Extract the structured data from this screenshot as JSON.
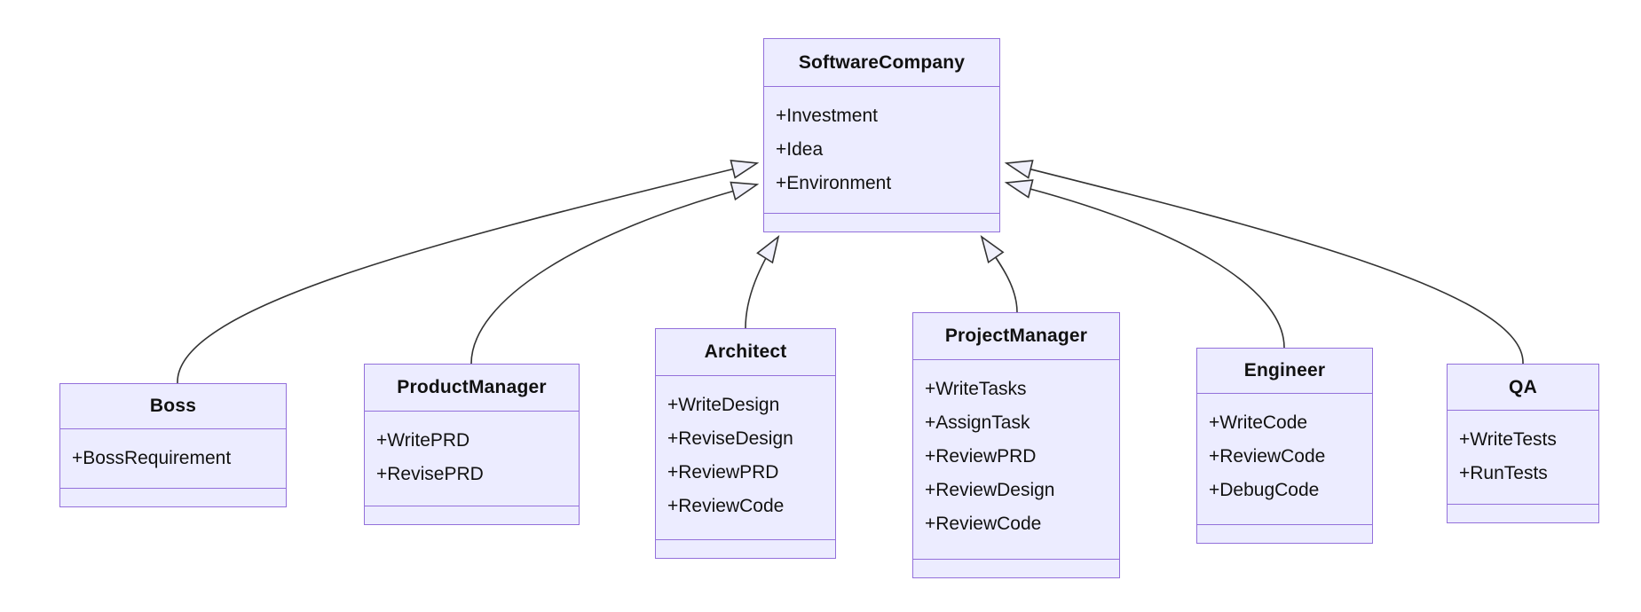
{
  "diagram": {
    "type": "uml-class-diagram",
    "parent": {
      "name": "SoftwareCompany",
      "attributes": [
        "+Investment",
        "+Idea",
        "+Environment"
      ]
    },
    "children": [
      {
        "name": "Boss",
        "attributes": [
          "+BossRequirement"
        ]
      },
      {
        "name": "ProductManager",
        "attributes": [
          "+WritePRD",
          "+RevisePRD"
        ]
      },
      {
        "name": "Architect",
        "attributes": [
          "+WriteDesign",
          "+ReviseDesign",
          "+ReviewPRD",
          "+ReviewCode"
        ]
      },
      {
        "name": "ProjectManager",
        "attributes": [
          "+WriteTasks",
          "+AssignTask",
          "+ReviewPRD",
          "+ReviewDesign",
          "+ReviewCode"
        ]
      },
      {
        "name": "Engineer",
        "attributes": [
          "+WriteCode",
          "+ReviewCode",
          "+DebugCode"
        ]
      },
      {
        "name": "QA",
        "attributes": [
          "+WriteTests",
          "+RunTests"
        ]
      }
    ],
    "relations": [
      {
        "from": "Boss",
        "to": "SoftwareCompany",
        "type": "inheritance"
      },
      {
        "from": "ProductManager",
        "to": "SoftwareCompany",
        "type": "inheritance"
      },
      {
        "from": "Architect",
        "to": "SoftwareCompany",
        "type": "inheritance"
      },
      {
        "from": "ProjectManager",
        "to": "SoftwareCompany",
        "type": "inheritance"
      },
      {
        "from": "Engineer",
        "to": "SoftwareCompany",
        "type": "inheritance"
      },
      {
        "from": "QA",
        "to": "SoftwareCompany",
        "type": "inheritance"
      }
    ],
    "colors": {
      "node_fill": "#ECECFF",
      "node_border": "#9370DB",
      "edge_line": "#333333",
      "arrowhead_fill": "#F0F0FB",
      "text": "#111111",
      "background": "#FFFFFF"
    }
  }
}
